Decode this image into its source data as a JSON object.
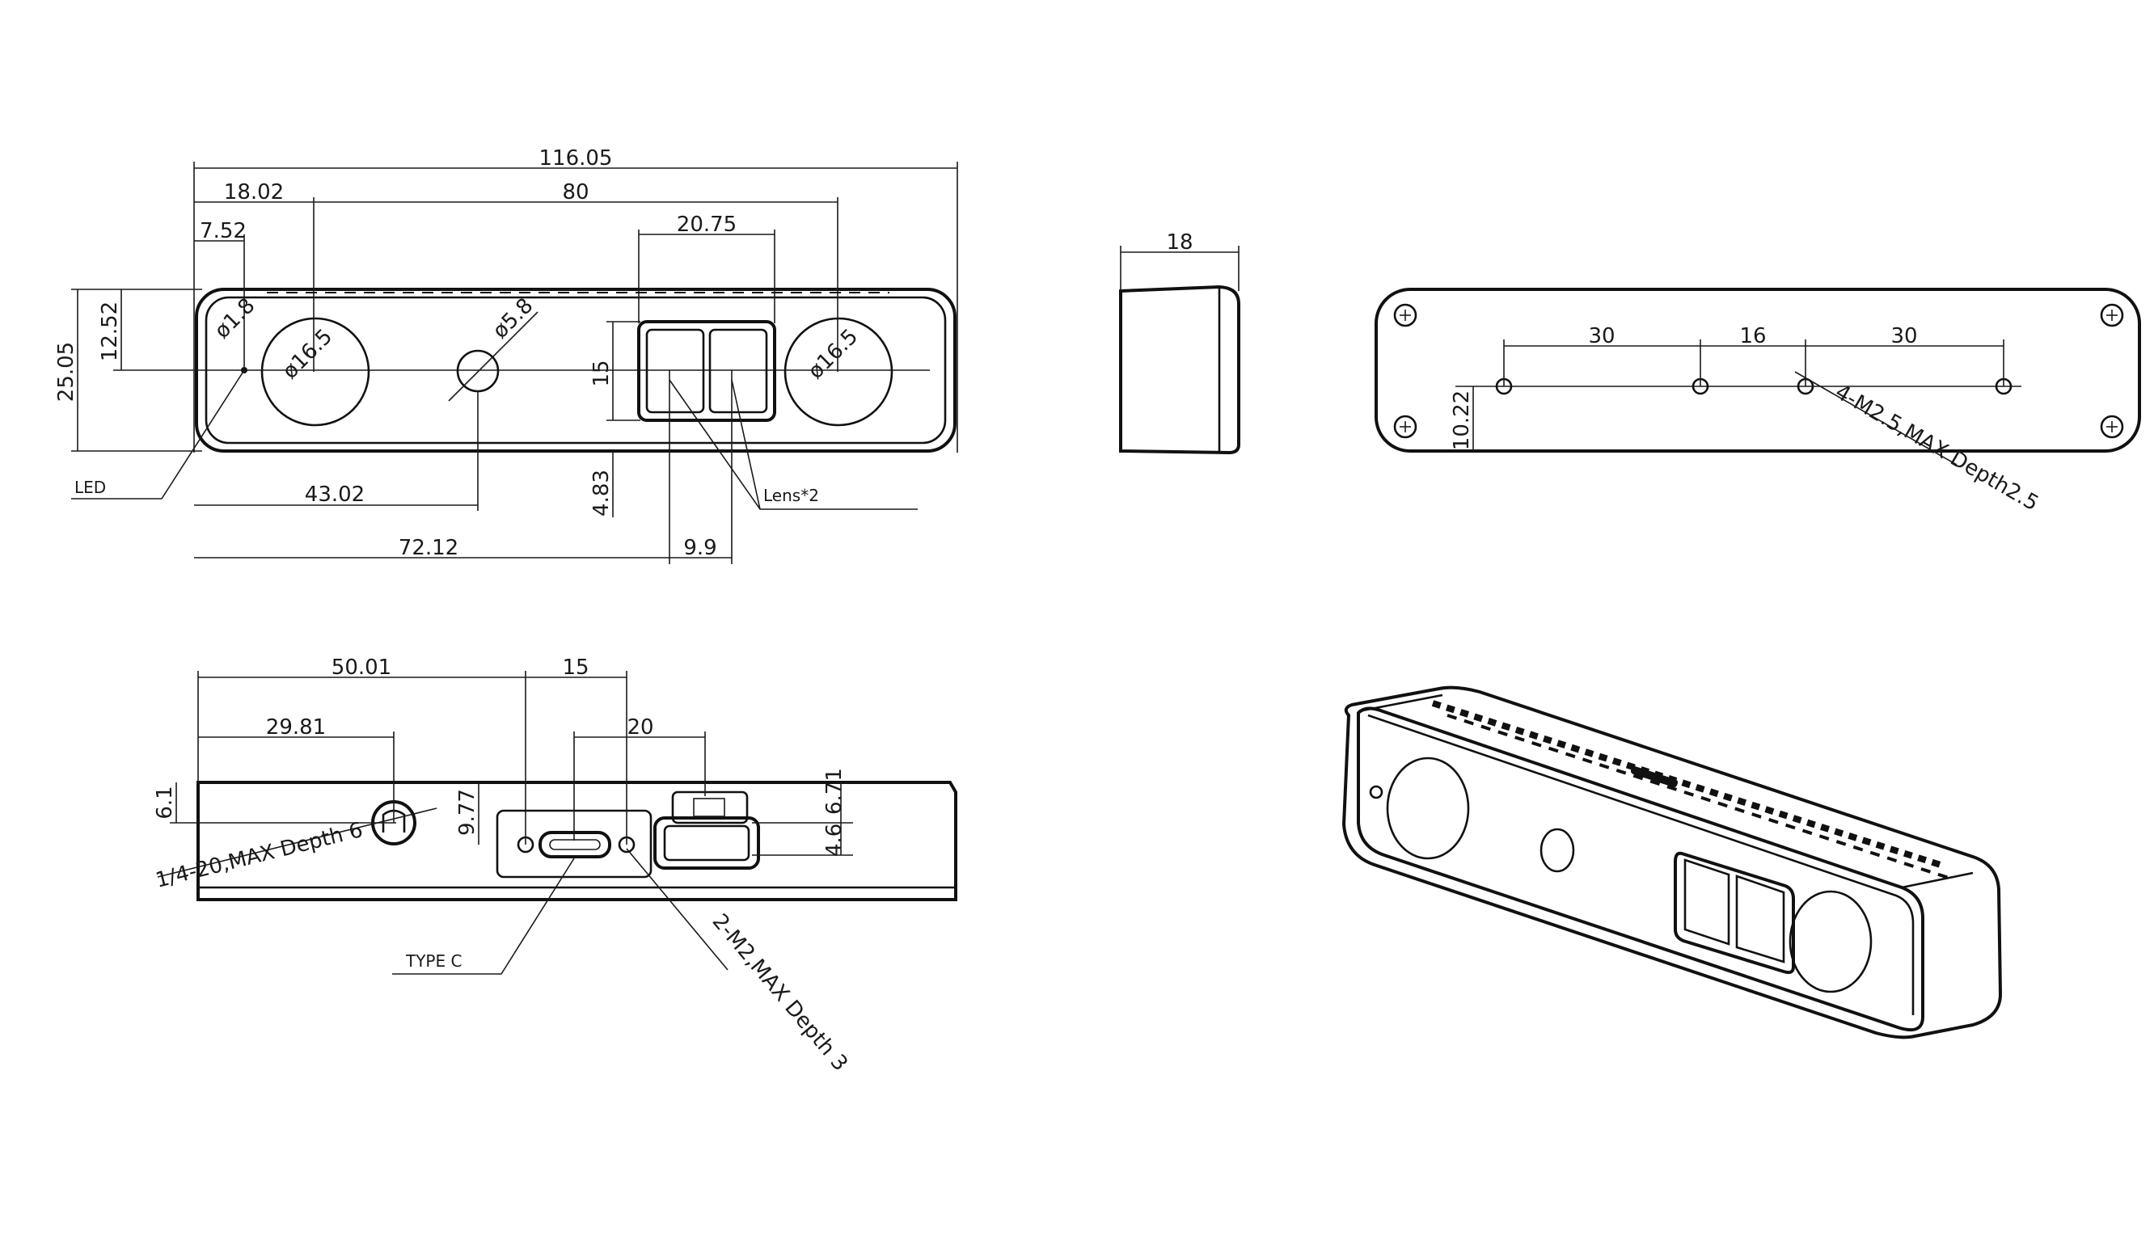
{
  "front_view": {
    "overall_width": "116.05",
    "left_to_lens1": "18.02",
    "lens_spacing": "80",
    "led_offset": "7.52",
    "sensor_width": "20.75",
    "height": "25.05",
    "center_height": "12.52",
    "led_dia": "ø1.8",
    "lens_dia_left": "ø16.5",
    "lens_dia_right": "ø16.5",
    "center_hole_dia": "ø5.8",
    "sensor_height": "15",
    "bottom_offset": "4.83",
    "to_center_hole": "43.02",
    "to_sensor": "72.12",
    "sensor_pitch": "9.9",
    "led_label": "LED",
    "lens_label": "Lens*2"
  },
  "side_view": {
    "depth": "18"
  },
  "back_view": {
    "spacing_a": "30",
    "spacing_b": "16",
    "spacing_c": "30",
    "hole_height": "10.22",
    "hole_note": "4-M2.5,MAX Depth2.5"
  },
  "bottom_view": {
    "to_typec": "50.01",
    "typec_span": "15",
    "to_tripod": "29.81",
    "conn_span": "20",
    "tripod_height": "6.1",
    "typec_height": "9.77",
    "conn_dims": "4.6",
    "conn_dims_b": "6.71",
    "tripod_note": "1/4-20,MAX Depth 6",
    "typec_label": "TYPE C",
    "screw_note": "2-M2,MAX Depth 3"
  }
}
